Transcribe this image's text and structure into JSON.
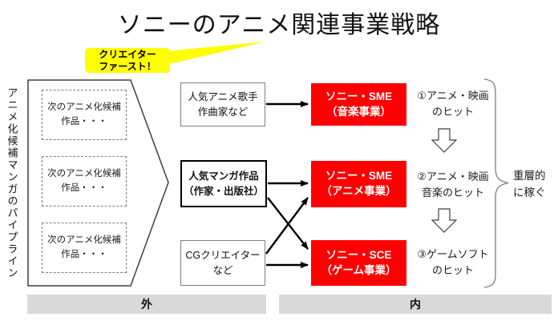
{
  "title": "ソニーのアニメ関連事業戦略",
  "colors": {
    "business_red": "#FF0000",
    "callout_yellow": "#FFFF00",
    "footer_gray": "#D9D9D9",
    "outline_gray": "#7f7f7f"
  },
  "callout": {
    "label": "クリエイター\nファースト！"
  },
  "pipeline": {
    "vertical_label": "アニメ化候補マンガのパイプライン",
    "candidates": [
      {
        "label": "次のアニメ化候補\n作品・・・"
      },
      {
        "label": "次のアニメ化候補\n作品・・・"
      },
      {
        "label": "次のアニメ化候補\n作品・・・"
      }
    ]
  },
  "sources": {
    "singers": "人気アニメ歌手\n作曲家など",
    "manga": "人気マンガ作品\n（作家・出版社）",
    "cg": "CGクリエイターな\nど"
  },
  "sources_fixed": {
    "singers": "人気アニメ歌手\n作曲家など",
    "manga": "人気マンガ作品\n（作家・出版社）",
    "cg": "CGクリエイター\nなど"
  },
  "businesses": [
    {
      "label": "ソニー・SME\n（音楽事業）"
    },
    {
      "label": "ソニー・SME\n（アニメ事業）"
    },
    {
      "label": "ソニー・SCE\n（ゲーム事業）"
    }
  ],
  "outcomes": [
    {
      "label": "①アニメ・映画\nのヒット"
    },
    {
      "label": "②アニメ・映画\n音楽のヒット"
    },
    {
      "label": "③ゲームソフト\nのヒット"
    }
  ],
  "brace_label": "重層的\nに稼ぐ",
  "footer": {
    "left": "外",
    "right": "内"
  }
}
